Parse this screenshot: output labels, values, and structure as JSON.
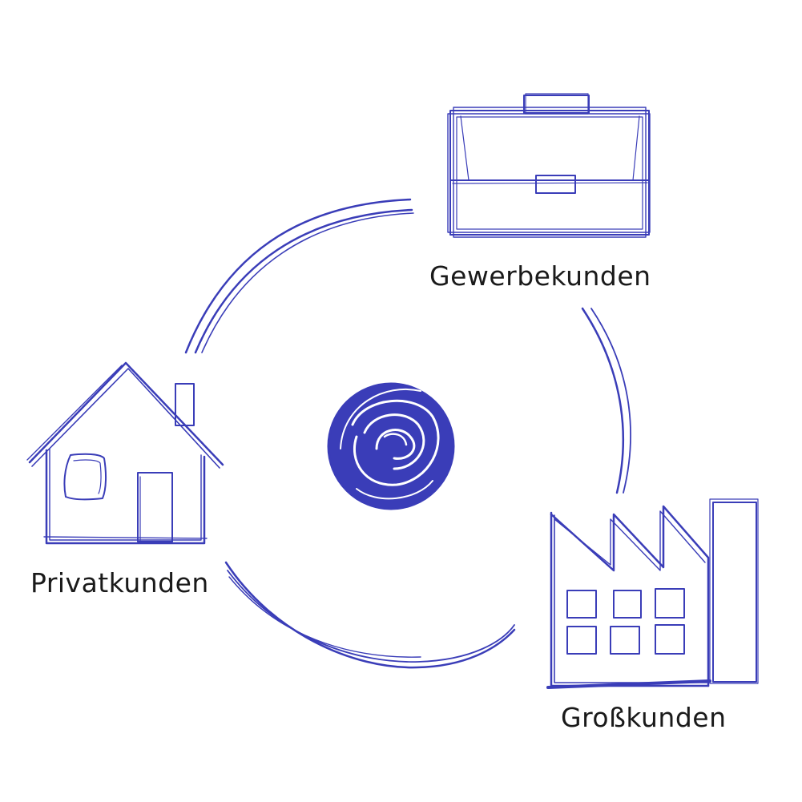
{
  "nodes": {
    "business": {
      "label": "Gewerbekunden",
      "icon": "briefcase-icon"
    },
    "private": {
      "label": "Privatkunden",
      "icon": "house-icon"
    },
    "large": {
      "label": "Großkunden",
      "icon": "factory-icon"
    },
    "center": {
      "icon": "scribble-ball-icon"
    }
  },
  "colors": {
    "stroke": "#3a3db8",
    "text": "#1a1a1a",
    "background": "#ffffff"
  }
}
